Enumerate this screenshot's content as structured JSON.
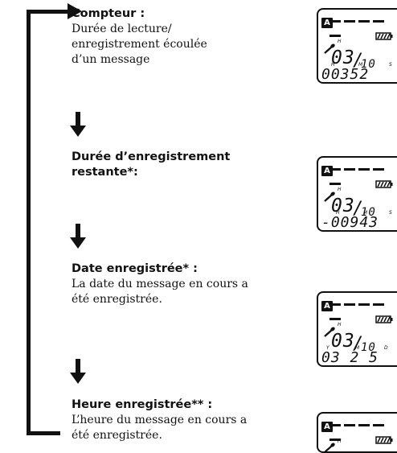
{
  "steps": [
    {
      "title": "Compteur :",
      "body": [
        "Durée de lecture/",
        "enregistrement écoulée",
        "d’un message"
      ],
      "display": {
        "badge": "A",
        "mic_marker": "H",
        "counter": "03",
        "slash": "/",
        "total": "10",
        "bottom": "00352",
        "marks": [
          "H",
          "M",
          "S"
        ]
      }
    },
    {
      "title_lines": [
        "Durée d’enregistrement",
        "restante*:"
      ],
      "display": {
        "badge": "A",
        "mic_marker": "H",
        "counter": "03",
        "slash": "/",
        "total": "10",
        "bottom": "-00943",
        "marks": [
          "H",
          "M",
          "S"
        ]
      }
    },
    {
      "title": "Date enregistrée* :",
      "body": [
        "La date du message en cours a",
        "été enregistrée."
      ],
      "display": {
        "badge": "A",
        "mic_marker": "H",
        "counter": "03",
        "slash": "/",
        "total": "10",
        "bottom": "03 2 5",
        "marks": [
          "Y",
          "M",
          "D"
        ]
      }
    },
    {
      "title": "Heure enregistrée** :",
      "body": [
        "L’heure du message en cours a",
        "été enregistrée."
      ],
      "display": {
        "badge": "A",
        "mic_marker": "H"
      }
    }
  ],
  "icons": {
    "loop_arrow": "right-arrow-icon",
    "step_arrow": "down-arrow-icon",
    "battery": "battery-icon",
    "microphone": "microphone-icon"
  }
}
